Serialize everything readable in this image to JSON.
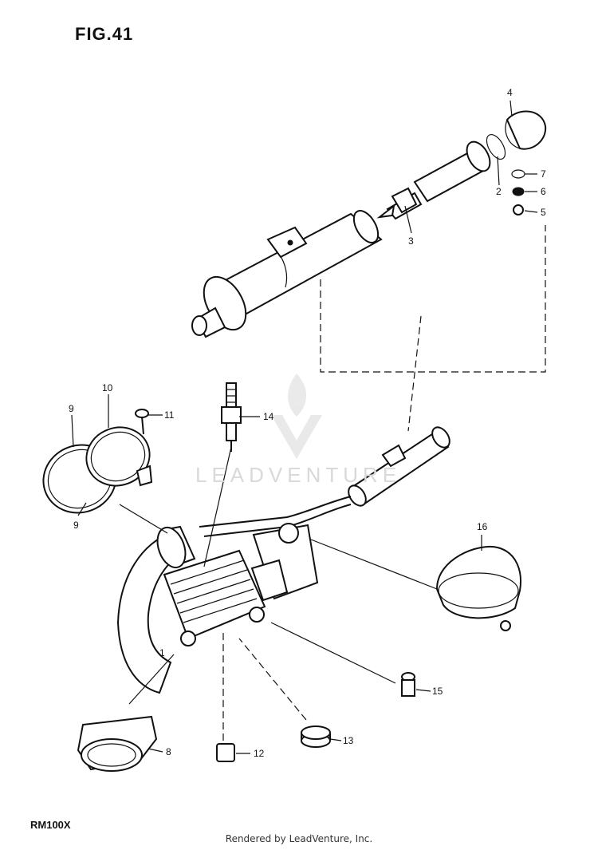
{
  "figure": {
    "title": "FIG.41",
    "model": "RM100X"
  },
  "footer": {
    "text": "Rendered by LeadVenture, Inc."
  },
  "watermark": {
    "text": "LEADVENTURE",
    "color": "#d9d9d9",
    "logo_icon": "flame-v-logo-icon"
  },
  "callouts": [
    {
      "id": "c1",
      "number": "1"
    },
    {
      "id": "c2",
      "number": "2"
    },
    {
      "id": "c3",
      "number": "3"
    },
    {
      "id": "c4",
      "number": "4"
    },
    {
      "id": "c5",
      "number": "5"
    },
    {
      "id": "c6",
      "number": "6"
    },
    {
      "id": "c7",
      "number": "7"
    },
    {
      "id": "c8",
      "number": "8"
    },
    {
      "id": "c9a",
      "number": "9"
    },
    {
      "id": "c9b",
      "number": "9"
    },
    {
      "id": "c10",
      "number": "10"
    },
    {
      "id": "c11",
      "number": "11"
    },
    {
      "id": "c12",
      "number": "12"
    },
    {
      "id": "c13",
      "number": "13"
    },
    {
      "id": "c14",
      "number": "14"
    },
    {
      "id": "c15",
      "number": "15"
    },
    {
      "id": "c16",
      "number": "16"
    }
  ]
}
